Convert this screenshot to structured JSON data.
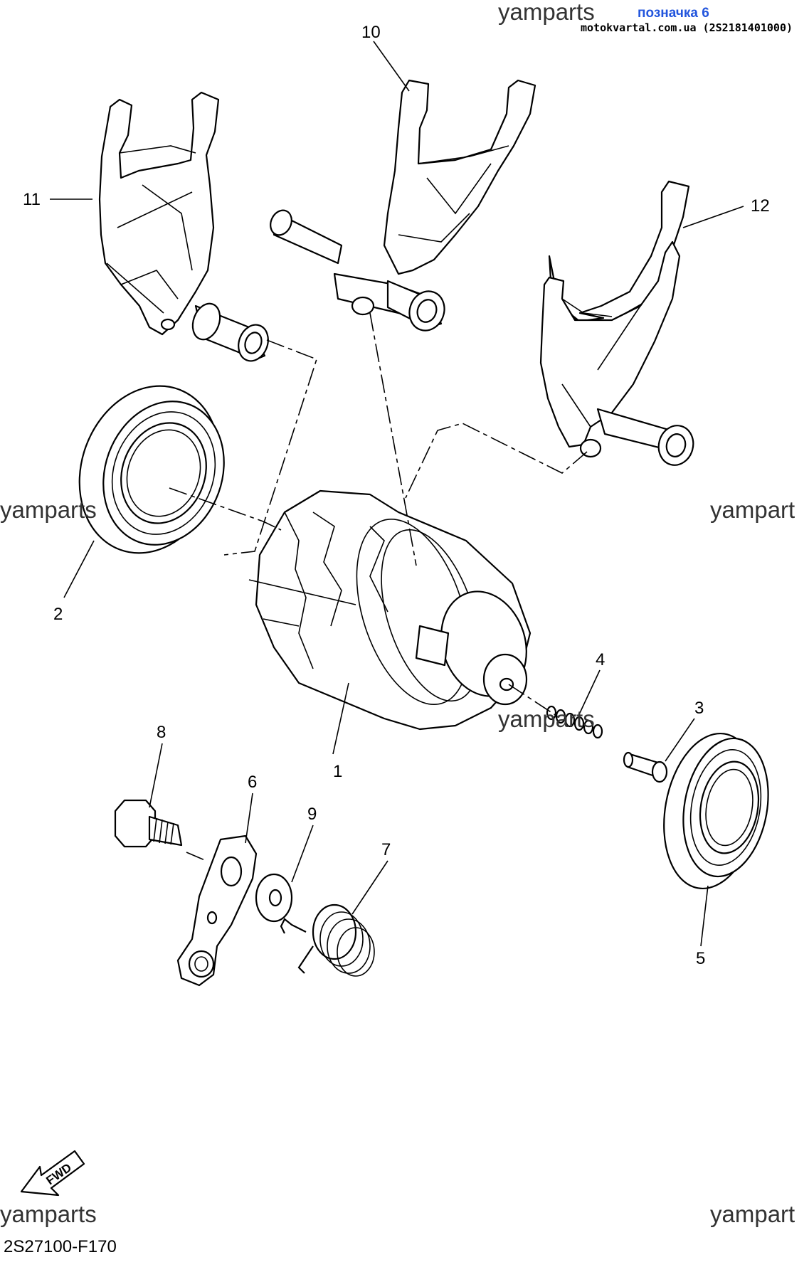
{
  "header": {
    "watermark": "yamparts",
    "badge": "позначка 6",
    "source": "motokvartal.com.ua (2S2181401000)"
  },
  "watermarks": {
    "left_mid": "yamparts",
    "right_mid": "yampart",
    "center": "yamparts",
    "left_bottom": "yamparts",
    "right_bottom": "yampart"
  },
  "callouts": [
    "1",
    "2",
    "3",
    "4",
    "5",
    "6",
    "7",
    "8",
    "9",
    "10",
    "11",
    "12"
  ],
  "fwd_label": "FWD",
  "diagram_code": "2S27100-F170"
}
